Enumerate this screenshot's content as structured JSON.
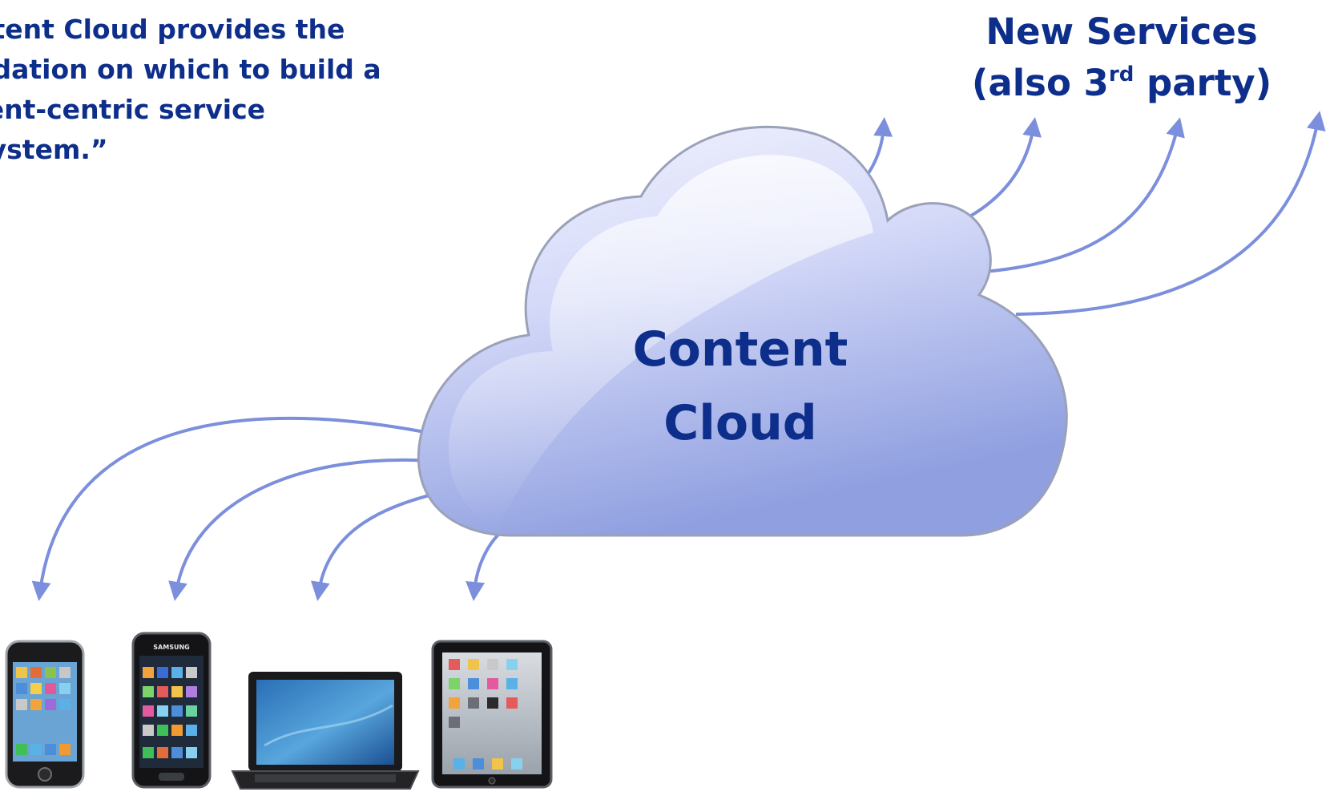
{
  "quote": {
    "lines": [
      "ntent Cloud provides the",
      "ndation on which to build a",
      "tent-centric service",
      "system.”"
    ]
  },
  "services": {
    "line1": "New Services",
    "line2_prefix": "(also 3",
    "line2_sup": "rd",
    "line2_suffix": " party)"
  },
  "cloud": {
    "label_line1": "Content",
    "label_line2": "Cloud"
  },
  "devices": {
    "samsung_brand": "SAMSUNG"
  },
  "colors": {
    "text": "#0d2e8a",
    "arrow": "#7b8fdc",
    "cloud_top": "#eef0fd",
    "cloud_bottom": "#8fa0e0"
  }
}
